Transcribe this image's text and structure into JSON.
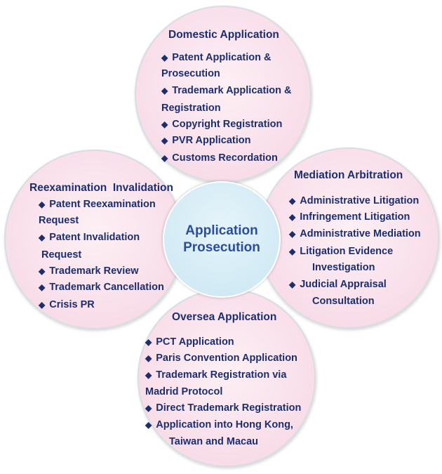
{
  "center": {
    "line1": "Application",
    "line2": "Prosecution"
  },
  "domestic": {
    "title": "Domestic Application",
    "items": [
      {
        "line1": "Patent Application &",
        "line2": "Prosecution"
      },
      {
        "line1": "Trademark Application &",
        "line2": "Registration"
      },
      {
        "line1": "Copyright Registration"
      },
      {
        "line1": "PVR Application"
      },
      {
        "line1": "Customs Recordation"
      }
    ]
  },
  "reexamination": {
    "title": "Reexamination  Invalidation",
    "items": [
      {
        "line1": "Patent Reexamination",
        "line2": "Request"
      },
      {
        "line1": "Patent Invalidation",
        "line2": "Request"
      },
      {
        "line1": "Trademark Review"
      },
      {
        "line1": "Trademark Cancellation"
      },
      {
        "line1": "Crisis PR"
      }
    ]
  },
  "mediation": {
    "title": "Mediation Arbitration",
    "items": [
      {
        "line1": "Administrative Litigation"
      },
      {
        "line1": "Infringement Litigation"
      },
      {
        "line1": "Administrative Mediation"
      },
      {
        "line1": "Litigation Evidence",
        "line2": "Investigation"
      },
      {
        "line1": "Judicial Appraisal",
        "line2": "Consultation"
      }
    ]
  },
  "oversea": {
    "title": "Oversea Application",
    "items": [
      {
        "line1": "PCT Application"
      },
      {
        "line1": "Paris Convention Application"
      },
      {
        "line1": "Trademark Registration via",
        "line2": "Madrid Protocol"
      },
      {
        "line1": "Direct Trademark Registration"
      },
      {
        "line1": "Application into Hong Kong,",
        "line2": "Taiwan and Macau"
      }
    ]
  },
  "colors": {
    "text": "#1c2e6e",
    "center_text": "#2b4e9c",
    "petal_fill": "#f8dde8",
    "center_fill": "#cfe9f4"
  },
  "icons": {
    "bullet": "diamond-icon"
  }
}
